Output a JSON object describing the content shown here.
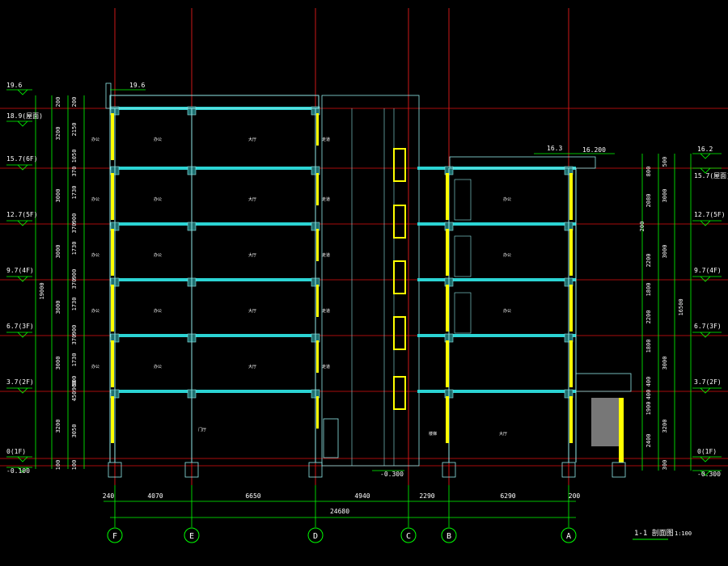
{
  "colors": {
    "background": "#000000",
    "grid_line": "#ff2020",
    "level_line": "#e01010",
    "structure": "#8fe8e8",
    "floor_slab": "#2bd4d4",
    "beam_fill": "#1f6f6f",
    "dimension": "#00ff00",
    "window": "#ffff00",
    "text": "#ffffff",
    "stair_fill": "#777777"
  },
  "title": {
    "name": "1-1 剖面图",
    "scale": "1:100"
  },
  "axes": [
    {
      "id": "F",
      "label": "F"
    },
    {
      "id": "E",
      "label": "E"
    },
    {
      "id": "D",
      "label": "D"
    },
    {
      "id": "C",
      "label": "C"
    },
    {
      "id": "B",
      "label": "B"
    },
    {
      "id": "A",
      "label": "A"
    }
  ],
  "left_levels": [
    "19.6",
    "18.9(屋面)",
    "15.7(6F)",
    "12.7(5F)",
    "9.7(4F)",
    "6.7(3F)",
    "3.7(2F)",
    "0(1F)",
    "-0.100"
  ],
  "right_levels": [
    "16.2",
    "15.7(屋面)",
    "12.7(5F)",
    "9.7(4F)",
    "6.7(3F)",
    "3.7(2F)",
    "0(1F)",
    "-0.300"
  ],
  "top_marks": {
    "left_roof": "19.6",
    "right_roof_a": "16.3",
    "right_roof_b": "16.200",
    "ground_center": "-0.300"
  },
  "left_dims_outer": [
    "3200",
    "3000",
    "3000",
    "3000",
    "3000",
    "3200"
  ],
  "left_dims_total": "19000",
  "left_dims_small": [
    "100",
    "200",
    "100"
  ],
  "left_dims_inner": [
    "2150",
    "1050",
    "1730",
    "1730",
    "1730",
    "1730",
    "3050"
  ],
  "left_dims_inner2": [
    "370",
    "900",
    "370",
    "900",
    "370",
    "900",
    "370",
    "900",
    "450",
    "900"
  ],
  "right_dims_outer": [
    "3000",
    "3000",
    "3000",
    "3200"
  ],
  "right_dims_total": "16500",
  "right_dims_small": [
    "500",
    "300"
  ],
  "right_dims_inner": [
    "800",
    "2080",
    "2200",
    "1800",
    "2200",
    "1800",
    "1900",
    "2400"
  ],
  "right_dims_inner2": [
    "200",
    "400",
    "400"
  ],
  "bottom_dims": [
    "240",
    "4070",
    "6650",
    "4940",
    "2290",
    "6290",
    "200"
  ],
  "bottom_total": "24680",
  "room_labels": {
    "small": "办公",
    "large": "大厅",
    "corridor": "走道",
    "ground_left": "门厅",
    "ground_mid": "楼梯",
    "ground_right": "大厅"
  }
}
